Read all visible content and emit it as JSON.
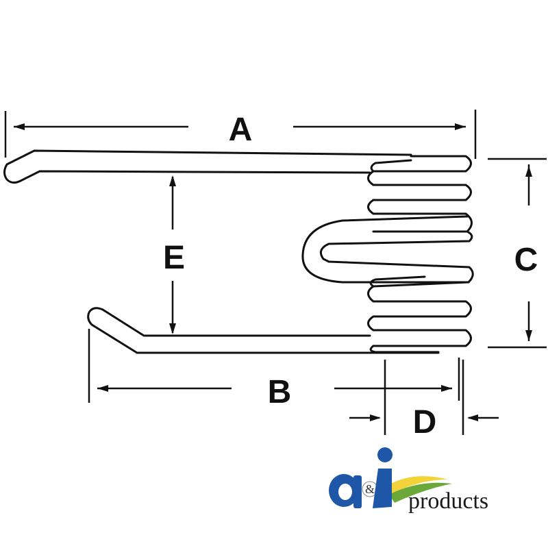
{
  "diagram": {
    "labels": {
      "a": "A",
      "b": "B",
      "c": "C",
      "d": "D",
      "e": "E"
    },
    "colors": {
      "line": "#111111",
      "logo_blue": "#1f57a8",
      "logo_yellow": "#f2d33a",
      "logo_green": "#6aa83a"
    }
  },
  "logo": {
    "ampersand": "&",
    "word": "products"
  }
}
